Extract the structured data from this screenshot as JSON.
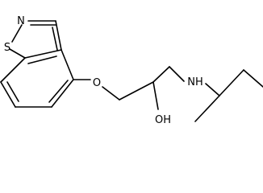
{
  "molecule": {
    "atoms": {
      "n_ring": "N",
      "s_ring": "S",
      "o_ether": "O",
      "n_amine": "NH",
      "o_hydroxyl": "OH"
    }
  }
}
